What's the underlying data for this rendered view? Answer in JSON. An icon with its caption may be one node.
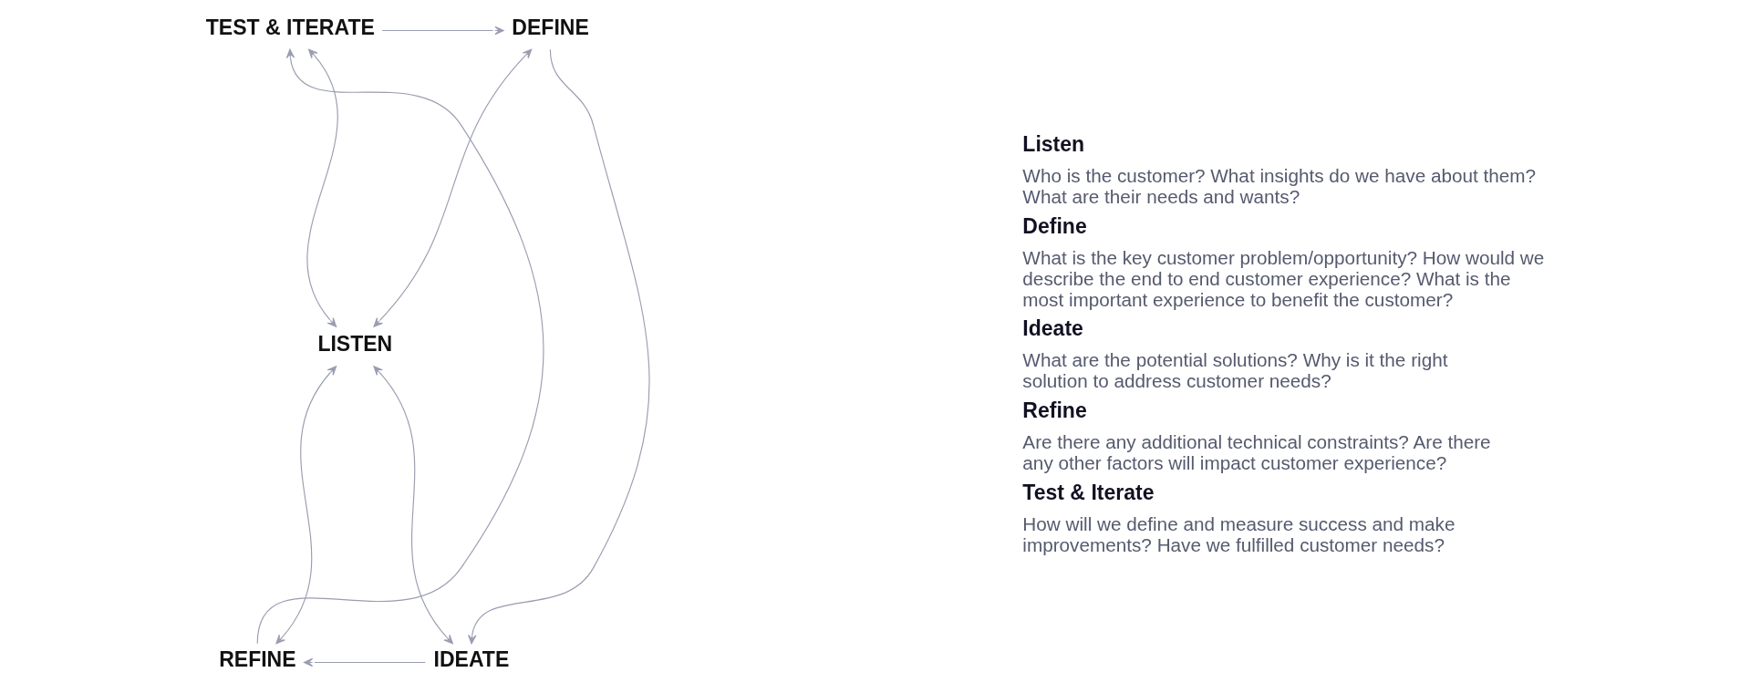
{
  "diagram": {
    "nodes": [
      {
        "text": [
          "TEST & ITERATE"
        ]
      },
      {
        "text": [
          "DEFINE"
        ]
      },
      {
        "text": [
          "LISTEN"
        ]
      },
      {
        "text": [
          "REFINE"
        ]
      },
      {
        "text": [
          "IDEATE"
        ]
      }
    ],
    "edges": [
      {
        "from": 0,
        "to": 1,
        "arrow": "to"
      },
      {
        "from": 1,
        "to": 4,
        "arrow": "to"
      },
      {
        "from": 4,
        "to": 3,
        "arrow": "to"
      },
      {
        "from": 3,
        "to": 0,
        "arrow": "to"
      },
      {
        "from": 2,
        "to": 0,
        "arrow": "both"
      },
      {
        "from": 2,
        "to": 1,
        "arrow": "both"
      },
      {
        "from": 2,
        "to": 3,
        "arrow": "both"
      },
      {
        "from": 2,
        "to": 4,
        "arrow": "both"
      }
    ],
    "labels": [
      "Listen",
      "Who is the customer? What insights do we have about them? What are their needs and wants?",
      "Define",
      "What is the key customer problem/opportunity? How would we describe the end to end customer experience? What is the most important experience to benefit the customer?",
      "Ideate",
      "What are the potential solutions? Why is it the right solution to address customer needs?",
      "Refine",
      "Are there any additional technical constraints? Are there any other factors will impact customer experience?",
      "Test & Iterate",
      "How will we define and measure success and make improvements? Have we fulfilled customer needs?"
    ]
  }
}
